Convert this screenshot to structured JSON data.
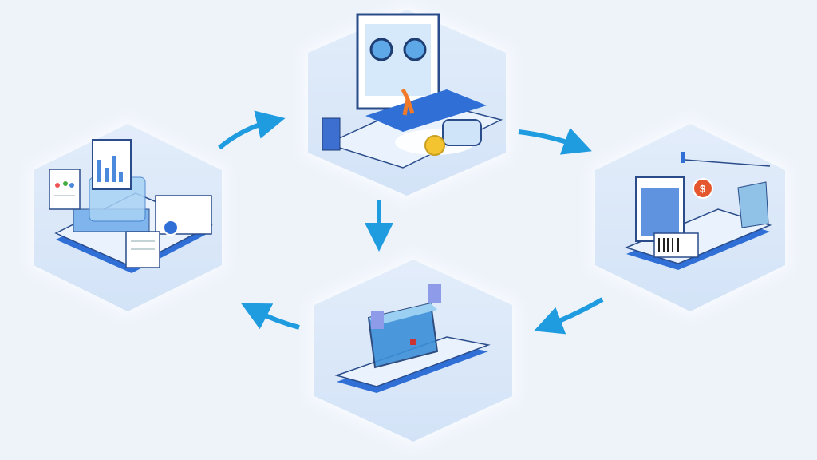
{
  "diagram": {
    "type": "cycle",
    "nodes": [
      {
        "id": "design",
        "icon": "monitor-with-charts-icon"
      },
      {
        "id": "develop",
        "icon": "computer-with-person-icon"
      },
      {
        "id": "billing",
        "icon": "document-with-payment-icon",
        "badge": "$"
      },
      {
        "id": "package",
        "icon": "box-platform-icon"
      }
    ],
    "edges": [
      {
        "from": "design",
        "to": "develop"
      },
      {
        "from": "develop",
        "to": "billing"
      },
      {
        "from": "develop",
        "to": "package"
      },
      {
        "from": "billing",
        "to": "package"
      },
      {
        "from": "package",
        "to": "design"
      }
    ]
  },
  "colors": {
    "background": "#eef3fa",
    "hexagon": "#dce8f8",
    "arrow": "#1f9be0",
    "platform": "#2f6fd6",
    "accent_orange": "#f07a2a",
    "accent_yellow": "#f4c430"
  }
}
